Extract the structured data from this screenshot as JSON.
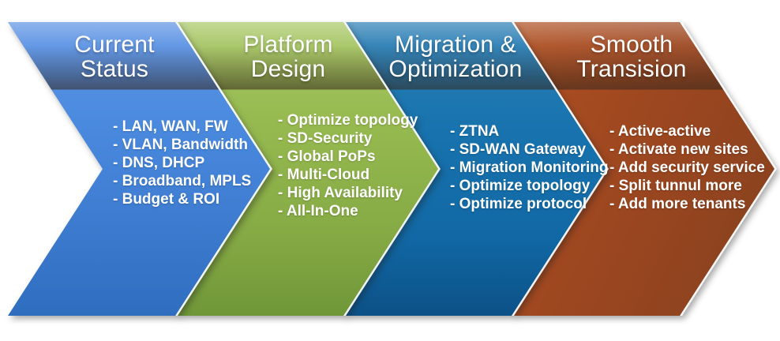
{
  "diagram": {
    "kind": "process-chevron-flow",
    "text_color": "#FFFFFF",
    "background_color": "#FFFFFF",
    "stages": [
      {
        "id": "current-status",
        "title_line1": "Current",
        "title_line2": "Status",
        "color": "#4B8BDF",
        "items": [
          "- LAN, WAN, FW",
          "- VLAN, Bandwidth",
          "- DNS, DHCP",
          "- Broadband, MPLS",
          "- Budget & ROI"
        ]
      },
      {
        "id": "platform-design",
        "title_line1": "Platform",
        "title_line2": "Design",
        "color": "#97BA50",
        "items": [
          "- Optimize topology",
          "- SD-Security",
          "- Global PoPs",
          "- Multi-Cloud",
          "- High Availability",
          "- All-In-One"
        ]
      },
      {
        "id": "migration-optimization",
        "title_line1": "Migration &",
        "title_line2": "Optimization",
        "color": "#1873AE",
        "items": [
          "- ZTNA",
          "- SD-WAN Gateway",
          "- Migration Monitoring",
          "- Optimize topology",
          "- Optimize protocol"
        ]
      },
      {
        "id": "smooth-transision",
        "title_line1": "Smooth",
        "title_line2": "Transision",
        "color": "#BC5724",
        "items": [
          "- Active-active",
          "- Activate new sites",
          "- Add security service",
          "- Split tunnul more",
          "- Add more tenants"
        ]
      }
    ]
  }
}
